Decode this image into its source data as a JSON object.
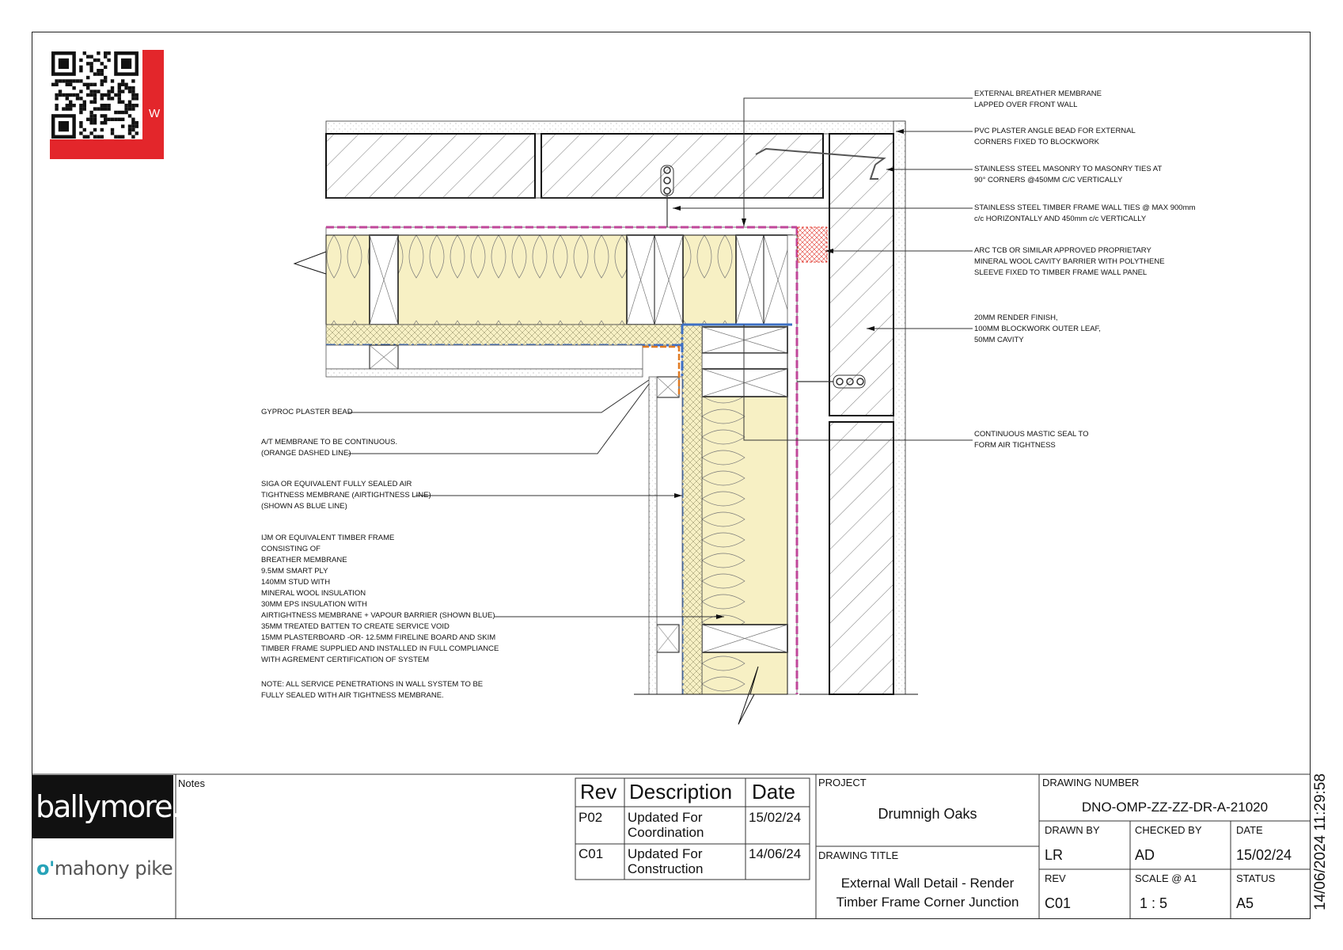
{
  "annotations_right": [
    "EXTERNAL BREATHER MEMBRANE\nLAPPED OVER FRONT WALL",
    "PVC PLASTER ANGLE BEAD FOR EXTERNAL\nCORNERS FIXED TO BLOCKWORK",
    "STAINLESS STEEL MASONRY TO MASONRY TIES AT\n90° CORNERS @450MM C/C VERTICALLY",
    "STAINLESS STEEL TIMBER FRAME WALL TIES @ MAX 900mm\nc/c HORIZONTALLY AND 450mm c/c VERTICALLY",
    "ARC TCB OR SIMILAR APPROVED PROPRIETARY\nMINERAL WOOL CAVITY BARRIER WITH POLYTHENE\nSLEEVE FIXED TO TIMBER FRAME WALL PANEL",
    "20MM RENDER FINISH,\n100MM BLOCKWORK OUTER LEAF,\n50MM CAVITY",
    "CONTINUOUS MASTIC SEAL TO\nFORM AIR TIGHTNESS"
  ],
  "annotations_left": [
    "GYPROC PLASTER BEAD",
    "A/T MEMBRANE TO BE CONTINUOUS.\n(ORANGE DASHED LINE)",
    "SIGA OR EQUIVALENT FULLY SEALED AIR\nTIGHTNESS MEMBRANE (AIRTIGHTNESS LINE)\n(SHOWN AS BLUE LINE)",
    "IJM OR EQUIVALENT TIMBER FRAME\nCONSISTING OF\nBREATHER MEMBRANE\n9.5MM SMART PLY\n140MM STUD WITH\nMINERAL WOOL INSULATION\n30MM EPS INSULATION WITH\nAIRTIGHTNESS MEMBRANE + VAPOUR BARRIER (SHOWN BLUE)\n35MM TREATED BATTEN TO CREATE SERVICE VOID\n15MM PLASTERBOARD -OR- 12.5MM FIRELINE BOARD AND SKIM\nTIMBER FRAME SUPPLIED AND INSTALLED IN FULL COMPLIANCE\nWITH AGREMENT CERTIFICATION OF SYSTEM",
    "NOTE: ALL SERVICE PENETRATIONS IN WALL SYSTEM TO BE\nFULLY SEALED WITH AIR TIGHTNESS MEMBRANE."
  ],
  "qr_letter": "W",
  "logos": {
    "client": "ballymore.",
    "architect_prefix": "o'",
    "architect": "mahony pike"
  },
  "notes_label": "Notes",
  "revisions": {
    "headers": [
      "Rev",
      "Description",
      "Date"
    ],
    "rows": [
      [
        "P02",
        "Updated For\nCoordination",
        "15/02/24"
      ],
      [
        "C01",
        "Updated For\nConstruction",
        "14/06/24"
      ]
    ]
  },
  "project": {
    "label": "PROJECT",
    "value": "Drumnigh Oaks"
  },
  "drawing_title": {
    "label": "DRAWING TITLE",
    "line1": "External Wall Detail - Render",
    "line2": "Timber Frame Corner Junction"
  },
  "drawing_number": {
    "label": "DRAWING NUMBER",
    "value": "DNO-OMP-ZZ-ZZ-DR-A-21020"
  },
  "drawn_by": {
    "label": "DRAWN BY",
    "value": "LR"
  },
  "checked_by": {
    "label": "CHECKED BY",
    "value": "AD"
  },
  "date": {
    "label": "DATE",
    "value": "15/02/24"
  },
  "rev": {
    "label": "REV",
    "value": "C01"
  },
  "scale": {
    "label": "SCALE @ A1",
    "value": "1 : 5"
  },
  "status": {
    "label": "STATUS",
    "value": "A5"
  },
  "timestamp": "14/06/2024 11:29:58",
  "colors": {
    "insulation": "#f7f0c4",
    "membrane_pink": "#c0479a",
    "airtight_blue": "#3d6fc4",
    "orange": "#e07a22",
    "qr_red": "#e3262b",
    "architect_teal": "#27a3b8"
  }
}
